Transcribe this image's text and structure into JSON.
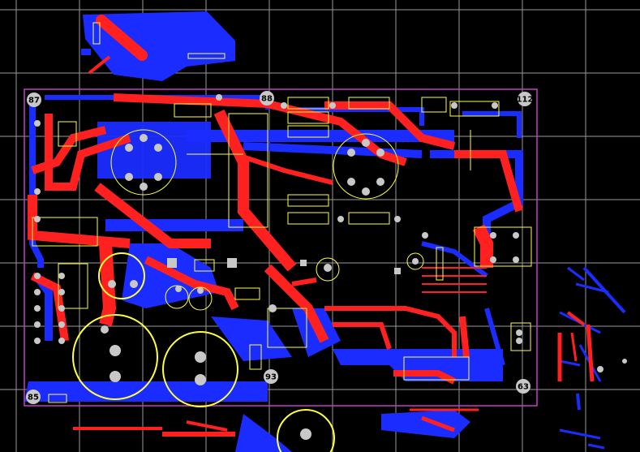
{
  "canvas": {
    "background": "#000000",
    "grid_color": "#9a9a9a",
    "board_outline_color": "#c040c0",
    "top_copper_color": "#ff2020",
    "bottom_copper_color": "#1a2cff",
    "silkscreen_color": "#ffff40",
    "pad_color": "#c8c8c8"
  },
  "markers": [
    {
      "id": "87",
      "label": "87"
    },
    {
      "id": "88",
      "label": "88"
    },
    {
      "id": "112",
      "label": "112"
    },
    {
      "id": "93",
      "label": "93"
    },
    {
      "id": "85",
      "label": "85"
    },
    {
      "id": "63",
      "label": "63"
    }
  ]
}
